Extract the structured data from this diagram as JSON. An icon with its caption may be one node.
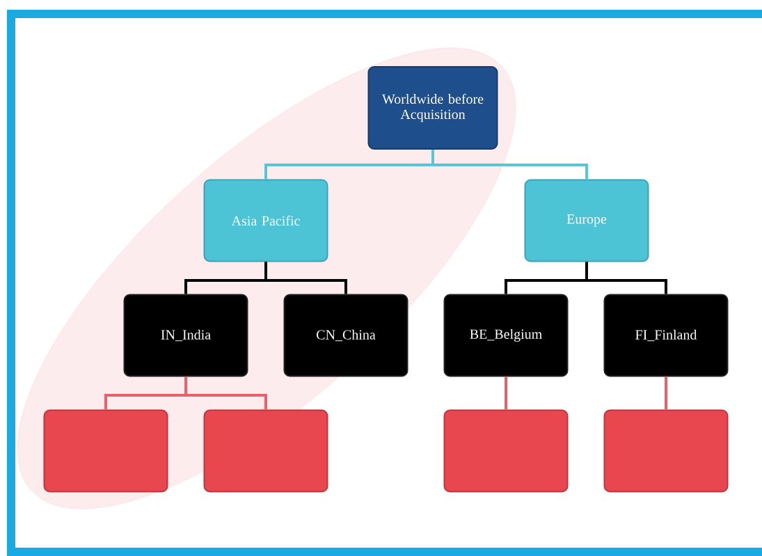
{
  "diagram": {
    "nodes": [
      {
        "text": [
          "Worldwide before Acquisition"
        ]
      },
      {
        "text": [
          "Asia Pacific"
        ]
      },
      {
        "text": [
          "Europe"
        ]
      },
      {
        "text": [
          "IN_India"
        ]
      },
      {
        "text": [
          "CN_China"
        ]
      },
      {
        "text": [
          "BE_Belgium"
        ]
      },
      {
        "text": [
          "FI_Finland"
        ]
      },
      {
        "text": [],
        "shape": "box"
      },
      {
        "text": [],
        "shape": "box"
      },
      {
        "text": [],
        "shape": "box"
      },
      {
        "text": [],
        "shape": "box"
      }
    ],
    "edges": [
      {
        "from": 0,
        "to": 1,
        "arrow": "none",
        "color": "#56c7d8"
      },
      {
        "from": 0,
        "to": 2,
        "arrow": "none",
        "color": "#56c7d8"
      },
      {
        "from": 1,
        "to": 3,
        "arrow": "none"
      },
      {
        "from": 1,
        "to": 4,
        "arrow": "none"
      },
      {
        "from": 2,
        "to": 5,
        "arrow": "none"
      },
      {
        "from": 2,
        "to": 6,
        "arrow": "none"
      },
      {
        "from": 3,
        "to": 7,
        "arrow": "none",
        "color": "#e8616a"
      },
      {
        "from": 3,
        "to": 8,
        "arrow": "none",
        "color": "#e8616a"
      },
      {
        "from": 5,
        "to": 9,
        "arrow": "none",
        "color": "#e8616a"
      },
      {
        "from": 6,
        "to": 10,
        "arrow": "none",
        "color": "#e8616a"
      }
    ]
  }
}
